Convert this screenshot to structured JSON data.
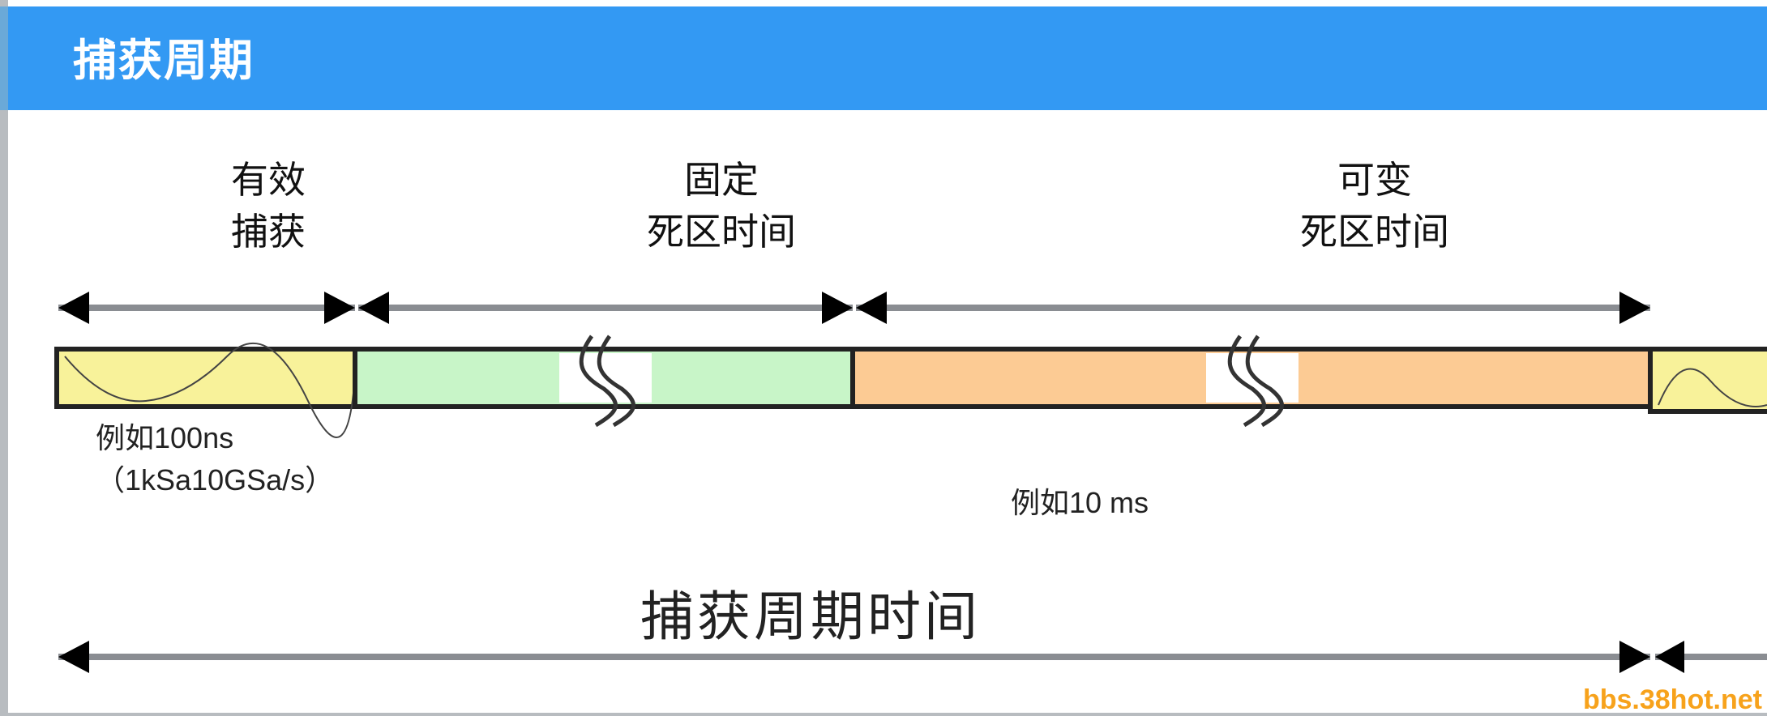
{
  "header": {
    "title": "捕获周期"
  },
  "segments": [
    {
      "label_line1": "有效",
      "label_line2": "捕获",
      "color": "#f8f29a"
    },
    {
      "label_line1": "固定",
      "label_line2": "死区时间",
      "color": "#c8f5c8"
    },
    {
      "label_line1": "可变",
      "label_line2": "死区时间",
      "color": "#fccb94"
    }
  ],
  "notes": {
    "capture_example": "例如100ns",
    "capture_range": "（1kSa10GSa/s）",
    "variable_example": "例如10 ms"
  },
  "total_label": "捕获周期时间",
  "watermark": "bbs.38hot.net"
}
